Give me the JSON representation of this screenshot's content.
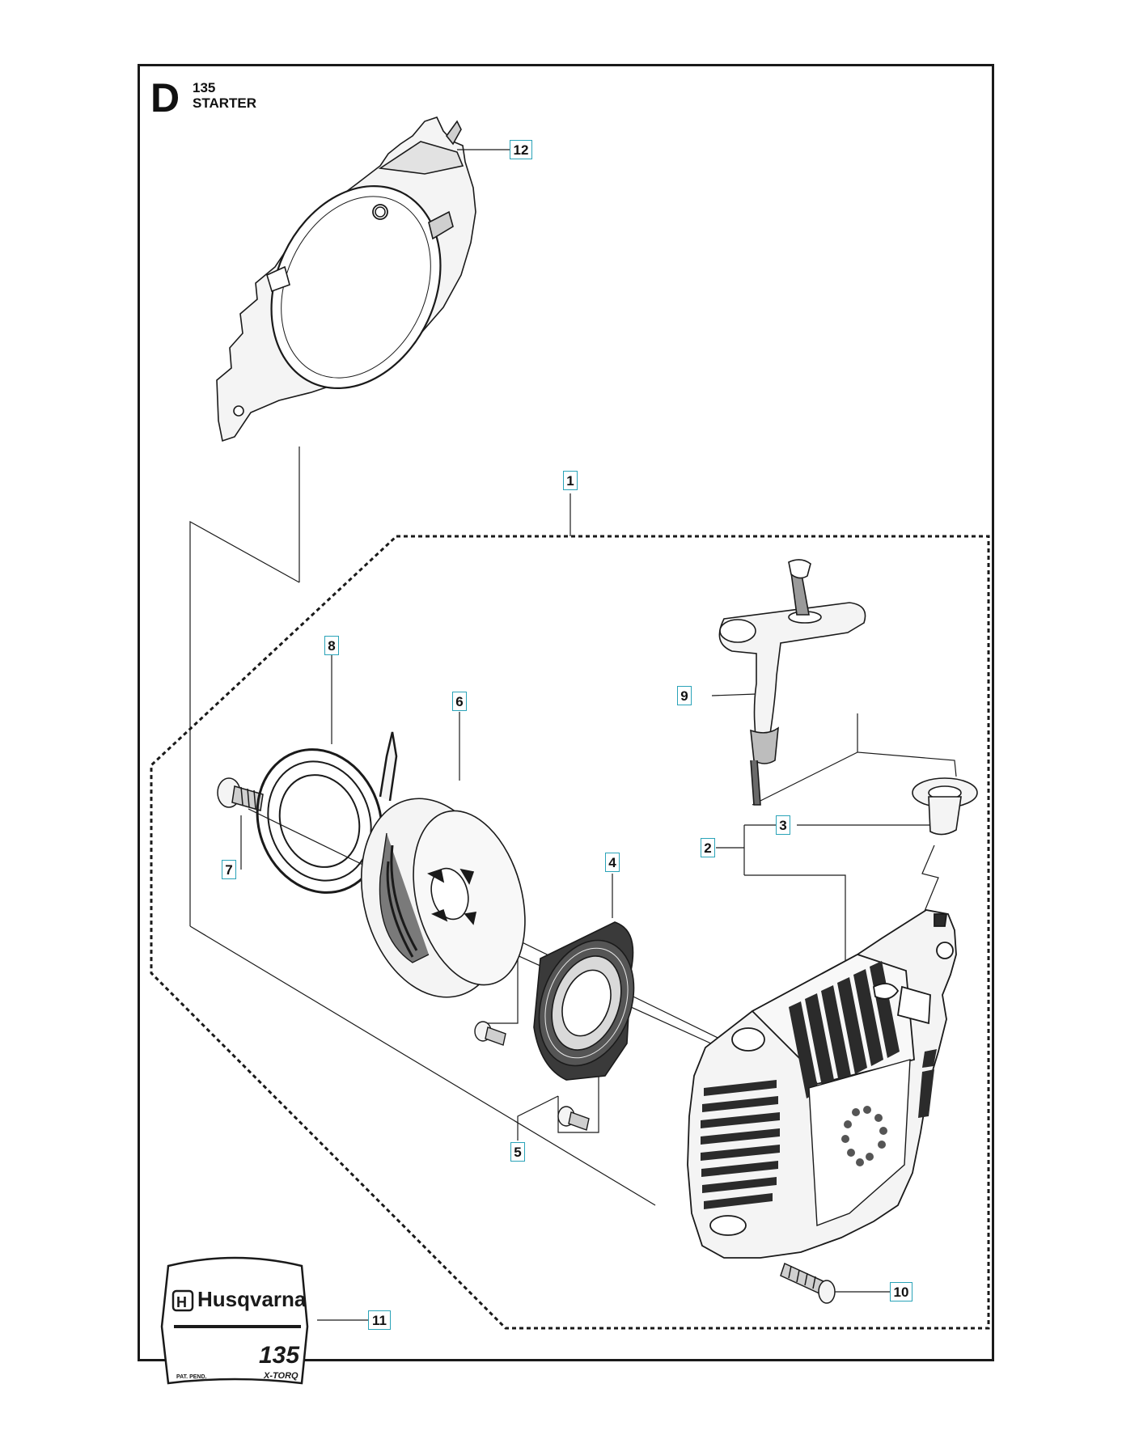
{
  "section": {
    "letter": "D",
    "model": "135",
    "title": "STARTER"
  },
  "callouts": {
    "c1": "1",
    "c2": "2",
    "c3": "3",
    "c4": "4",
    "c5": "5",
    "c6": "6",
    "c7": "7",
    "c8": "8",
    "c9": "9",
    "c10": "10",
    "c11": "11",
    "c12": "12"
  },
  "decal": {
    "brand": "Husqvarna",
    "model": "135",
    "pat": "PAT. PEND.",
    "tagline": "X-TORQ"
  },
  "colors": {
    "line": "#1a1a1a",
    "callout_border": "#2aa3b8",
    "fill_light": "#f4f4f4",
    "fill_mid": "#d9d9d9",
    "fill_dark": "#2b2b2b"
  }
}
